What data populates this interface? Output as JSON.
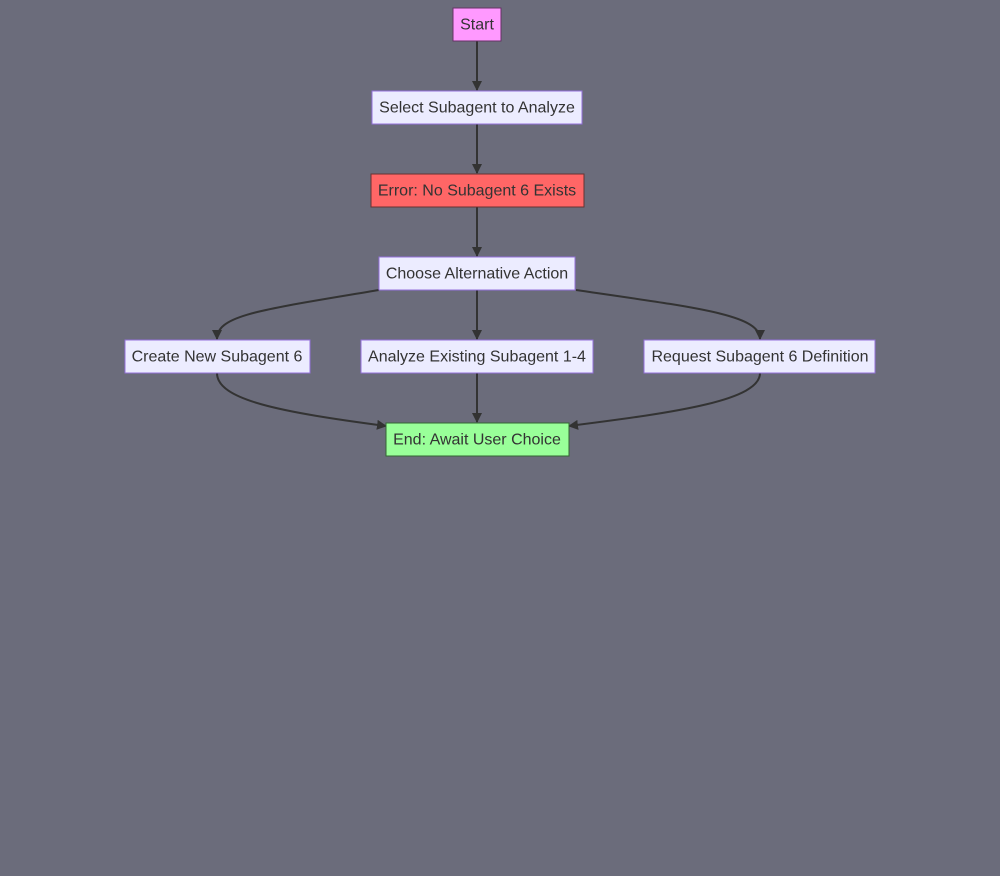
{
  "colors": {
    "background": "#6b6c7b",
    "default_fill": "#ececff",
    "default_stroke": "#9370db",
    "edge": "#333333",
    "text": "#333333"
  },
  "nodes": [
    {
      "id": "start",
      "label": "Start",
      "fill": "#ff99ff",
      "stroke": "#663366"
    },
    {
      "id": "select",
      "label": "Select Subagent to Analyze",
      "fill": "#ececff",
      "stroke": "#9370db"
    },
    {
      "id": "error",
      "label": "Error: No Subagent 6 Exists",
      "fill": "#ff6666",
      "stroke": "#663333"
    },
    {
      "id": "choose",
      "label": "Choose Alternative Action",
      "fill": "#ececff",
      "stroke": "#9370db"
    },
    {
      "id": "create",
      "label": "Create New Subagent 6",
      "fill": "#ececff",
      "stroke": "#9370db"
    },
    {
      "id": "analyze",
      "label": "Analyze Existing Subagent 1-4",
      "fill": "#ececff",
      "stroke": "#9370db"
    },
    {
      "id": "request",
      "label": "Request Subagent 6 Definition",
      "fill": "#ececff",
      "stroke": "#9370db"
    },
    {
      "id": "end",
      "label": "End: Await User Choice",
      "fill": "#99ff99",
      "stroke": "#336633"
    }
  ],
  "edges": [
    {
      "from": "start",
      "to": "select"
    },
    {
      "from": "select",
      "to": "error"
    },
    {
      "from": "error",
      "to": "choose"
    },
    {
      "from": "choose",
      "to": "create"
    },
    {
      "from": "choose",
      "to": "analyze"
    },
    {
      "from": "choose",
      "to": "request"
    },
    {
      "from": "create",
      "to": "end"
    },
    {
      "from": "analyze",
      "to": "end"
    },
    {
      "from": "request",
      "to": "end"
    }
  ]
}
